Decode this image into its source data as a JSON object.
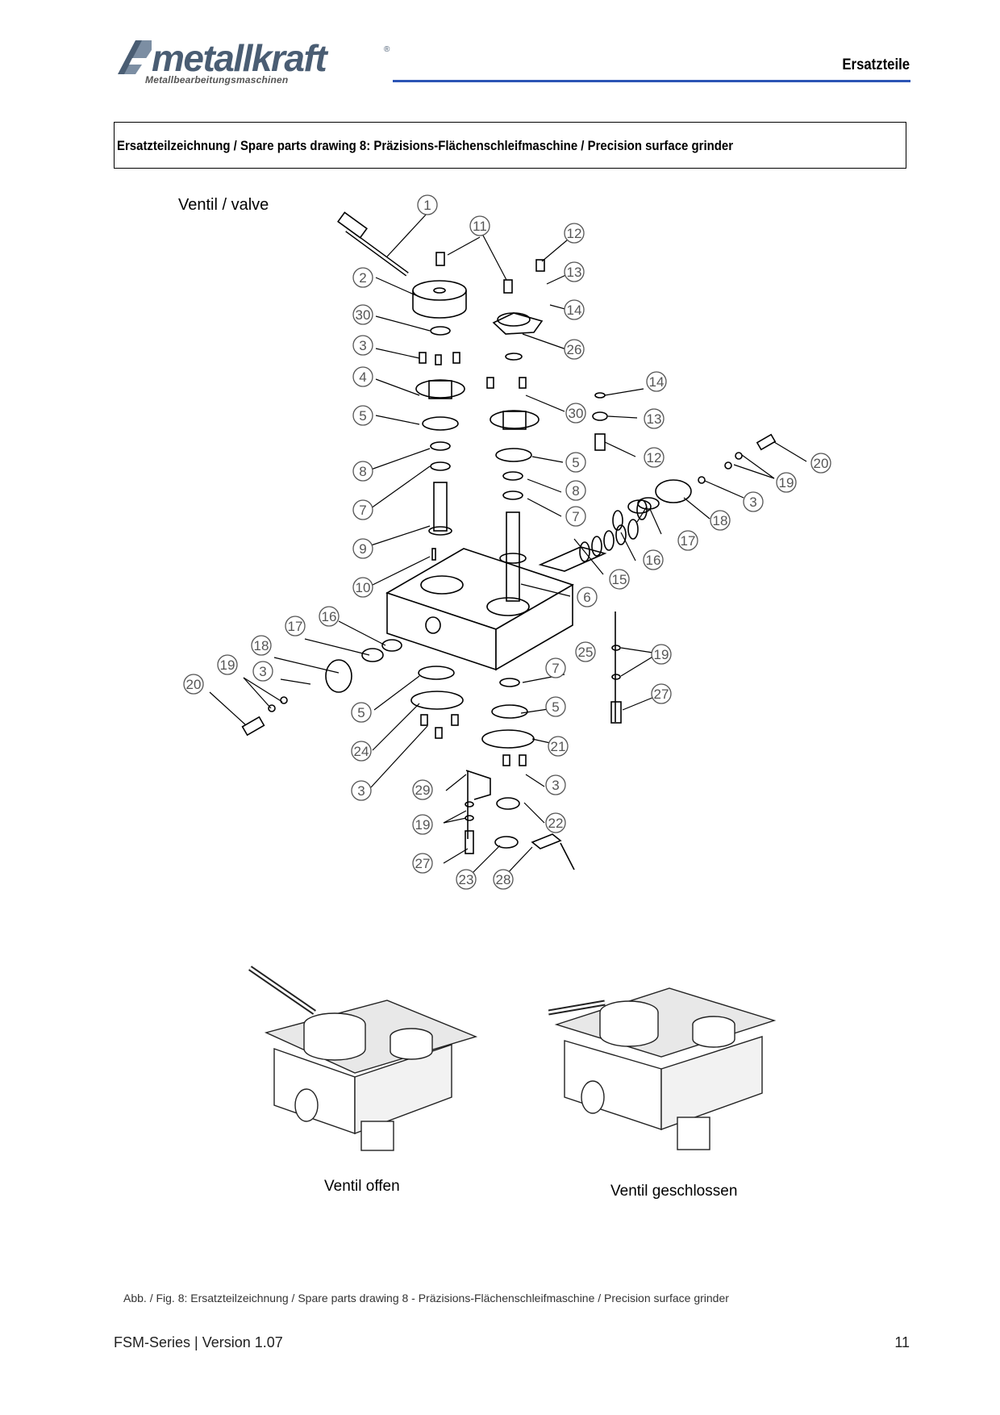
{
  "header": {
    "brand": "metallkraft",
    "brand_sub": "Metallbearbeitungsmaschinen",
    "section": "Ersatzteile"
  },
  "title": "Ersatzteilzeichnung / Spare parts drawing 8: Präzisions-Flächenschleifmaschine / Precision surface grinder",
  "drawing": {
    "label": "Ventil / valve",
    "part_numbers": [
      "1",
      "2",
      "3",
      "4",
      "5",
      "6",
      "7",
      "8",
      "9",
      "10",
      "11",
      "12",
      "13",
      "14",
      "15",
      "16",
      "17",
      "18",
      "19",
      "20",
      "21",
      "22",
      "23",
      "24",
      "25",
      "26",
      "27",
      "28",
      "29",
      "30"
    ]
  },
  "views": {
    "open_caption": "Ventil offen",
    "closed_caption": "Ventil geschlossen"
  },
  "figure_caption": "Abb. / Fig. 8: Ersatzteilzeichnung / Spare parts drawing 8 - Präzisions-Flächenschleifmaschine / Precision surface grinder",
  "footer": {
    "series": "FSM-Series | Version 1.07",
    "page": "11"
  },
  "colors": {
    "rule": "#2c55b5",
    "logo": "#4a5d73"
  }
}
